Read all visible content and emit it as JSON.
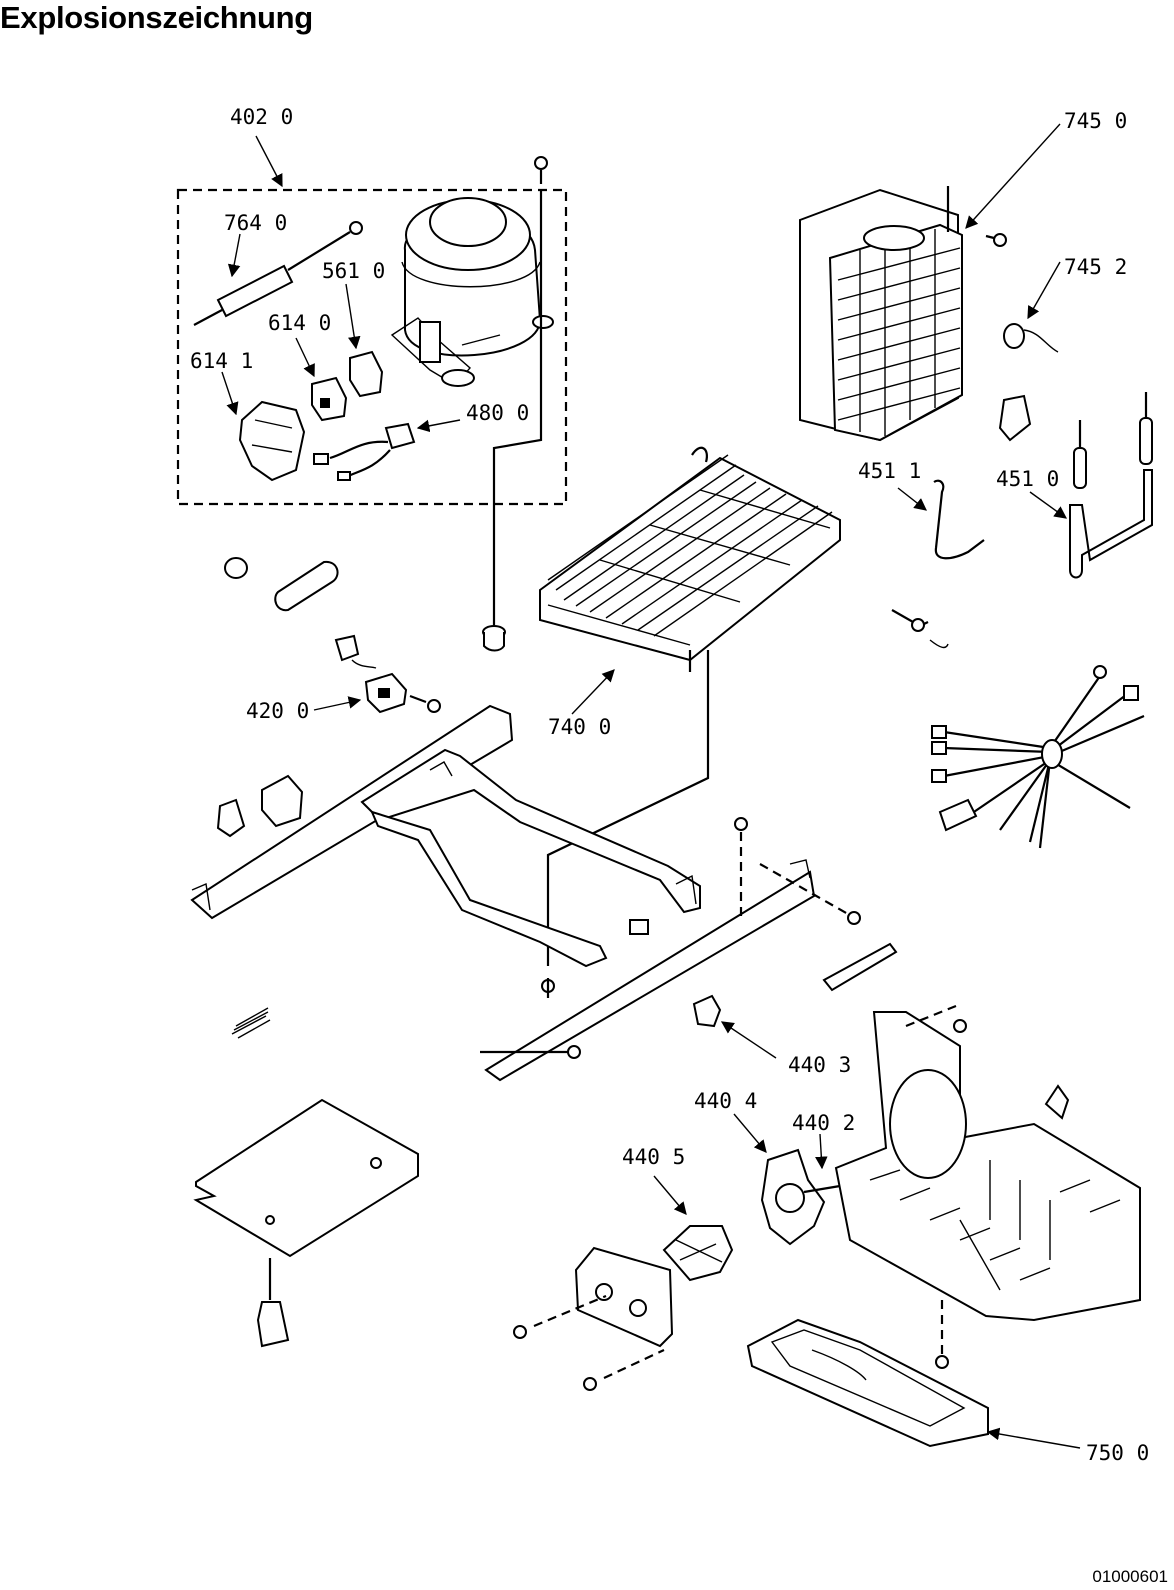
{
  "title": "Explosionszeichnung",
  "document_number": "01000601",
  "callouts": {
    "c4020": "402 0",
    "c7640": "764 0",
    "c5610": "561 0",
    "c6140": "614 0",
    "c6141": "614 1",
    "c4800": "480 0",
    "c7450": "745 0",
    "c7452": "745 2",
    "c4511": "451 1",
    "c4510": "451 0",
    "c4200": "420 0",
    "c7400": "740 0",
    "c4403": "440 3",
    "c4404": "440 4",
    "c4402": "440 2",
    "c4405": "440 5",
    "c7500": "750 0"
  }
}
